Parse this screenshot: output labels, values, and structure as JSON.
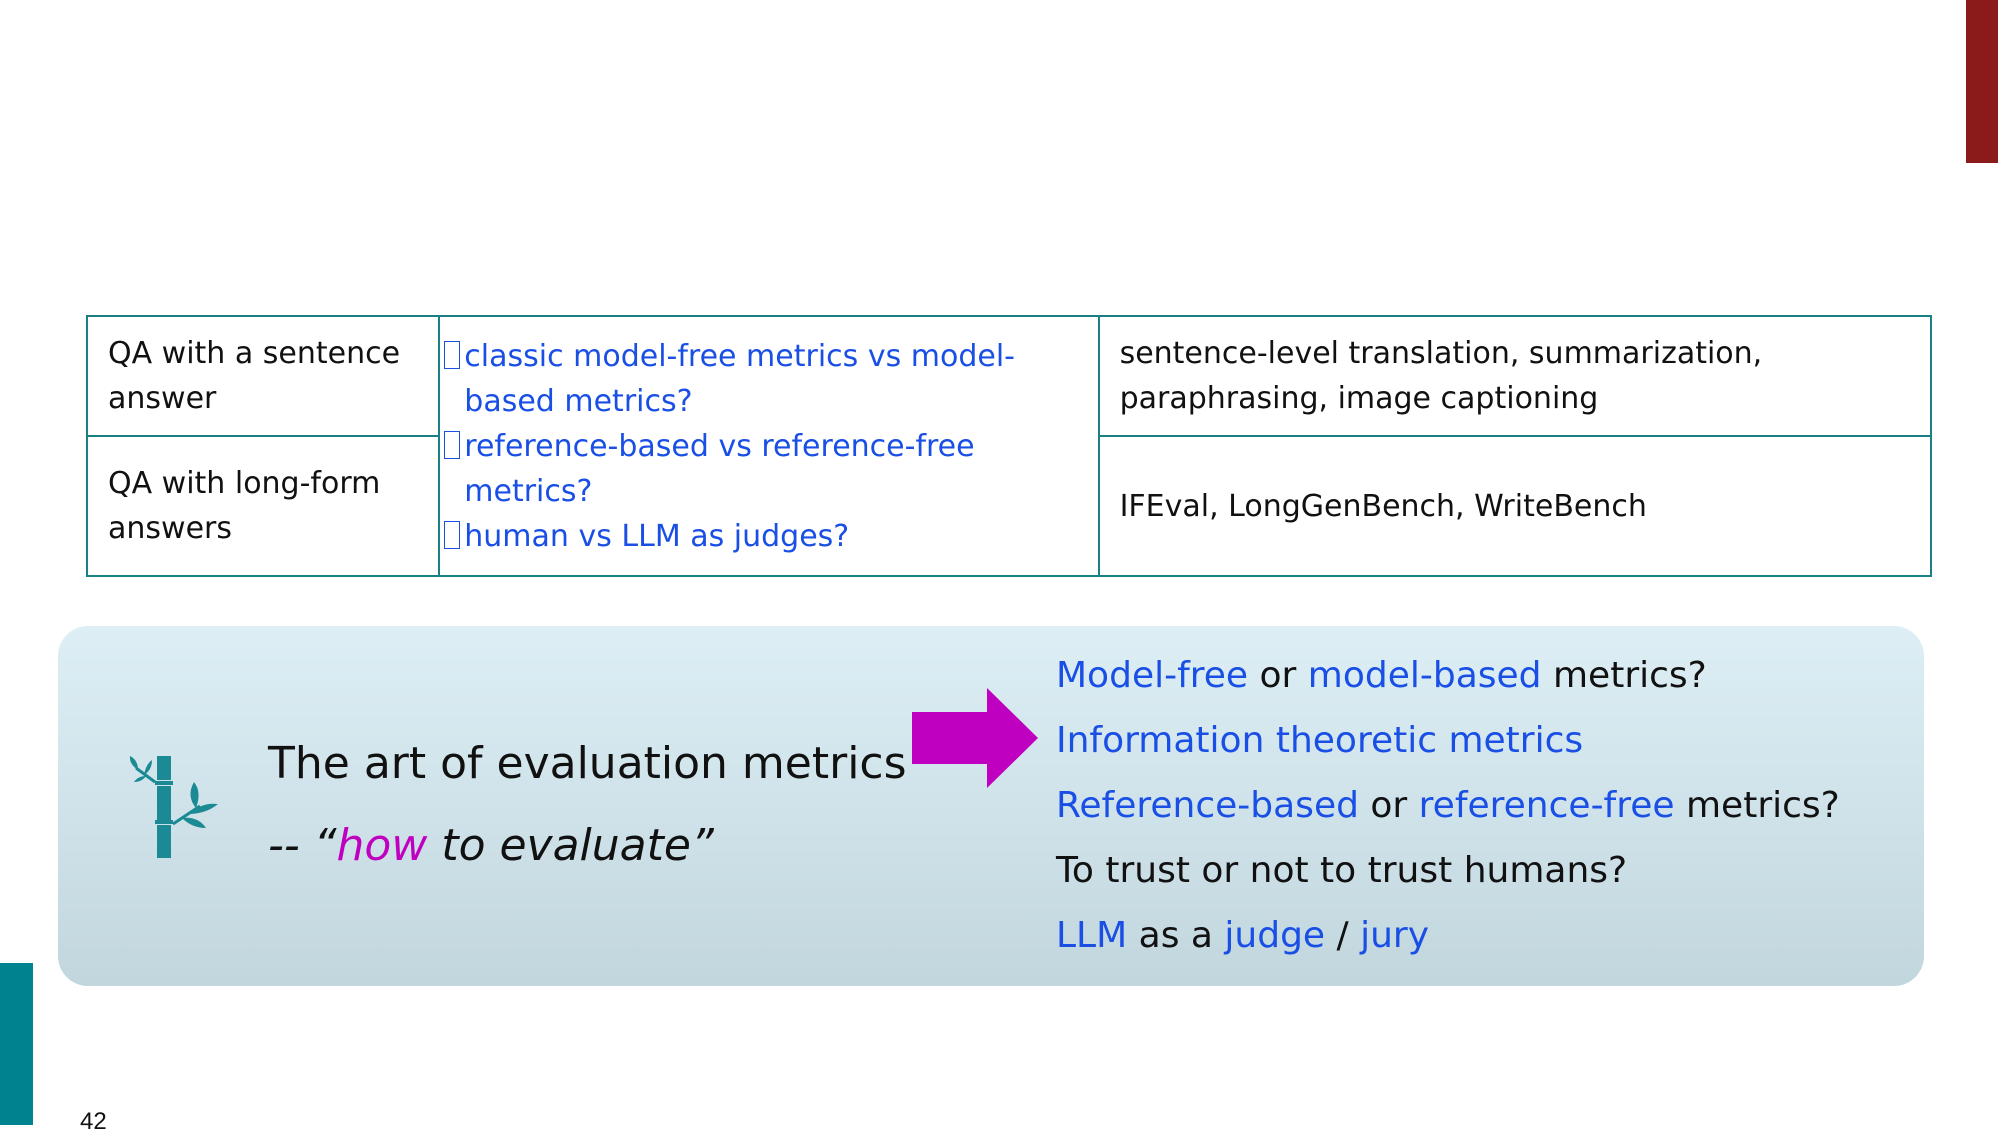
{
  "page": {
    "number": "42"
  },
  "table": {
    "rows": [
      {
        "task": "QA with a sentence answer",
        "examples": "sentence-level translation, summarization, paraphrasing, image captioning"
      },
      {
        "task": "QA with long-form answers",
        "examples": "IFEval, LongGenBench, WriteBench"
      }
    ],
    "questions": [
      "classic model-free metrics vs model-based metrics?",
      "reference-based vs reference-free metrics?",
      "human vs LLM as judges?"
    ]
  },
  "summary": {
    "title": "The art of evaluation metrics",
    "subtitle_prefix": "-- “",
    "subtitle_how": "how",
    "subtitle_rest": " to evaluate”",
    "lines": [
      {
        "segments": [
          {
            "text": "Model-free",
            "color": "blue"
          },
          {
            "text": " or ",
            "color": "black"
          },
          {
            "text": "model-based",
            "color": "blue"
          },
          {
            "text": " metrics?",
            "color": "black"
          }
        ]
      },
      {
        "segments": [
          {
            "text": "Information theoretic metrics",
            "color": "blue"
          }
        ]
      },
      {
        "segments": [
          {
            "text": "Reference-based",
            "color": "blue"
          },
          {
            "text": " or ",
            "color": "black"
          },
          {
            "text": "reference-free",
            "color": "blue"
          },
          {
            "text": " metrics?",
            "color": "black"
          }
        ]
      },
      {
        "segments": [
          {
            "text": "To trust or not to trust humans?",
            "color": "black"
          }
        ]
      },
      {
        "segments": [
          {
            "text": "LLM",
            "color": "blue"
          },
          {
            "text": " as a ",
            "color": "black"
          },
          {
            "text": "judge",
            "color": "blue"
          },
          {
            "text": " / ",
            "color": "black"
          },
          {
            "text": "jury",
            "color": "blue"
          }
        ]
      }
    ]
  },
  "colors": {
    "blue": "#1a4fe6",
    "magenta": "#c000c0",
    "teal": "#00838f",
    "dark_red": "#8b1a1a"
  },
  "icons": {
    "left": "bamboo-icon",
    "middle": "arrow-right-icon"
  }
}
